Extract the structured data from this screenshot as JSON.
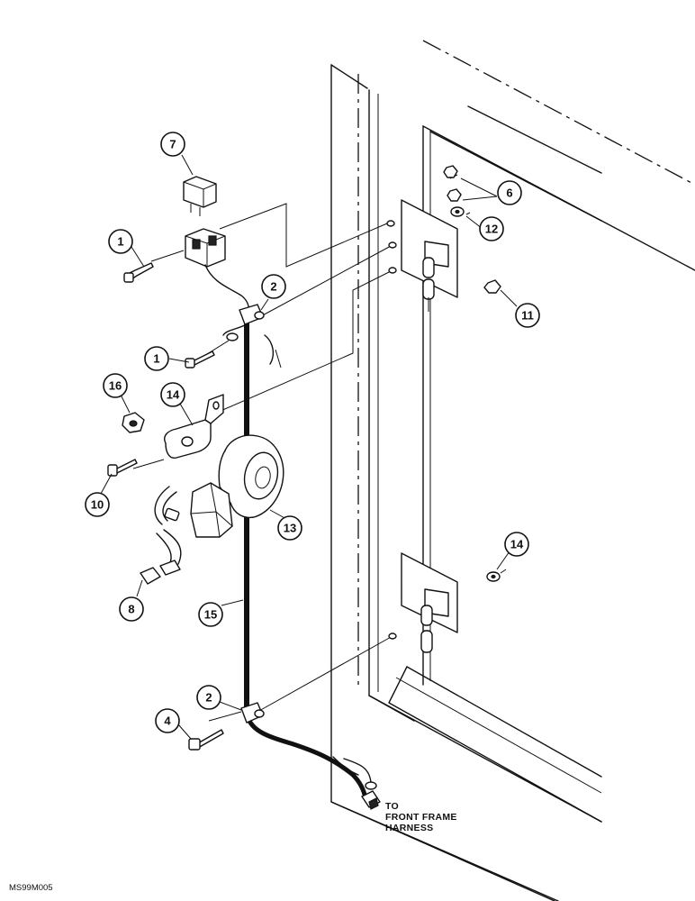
{
  "callouts": {
    "c7": "7",
    "c1a": "1",
    "c2a": "2",
    "c1b": "1",
    "c16": "16",
    "c14a": "14",
    "c10": "10",
    "c13": "13",
    "c8": "8",
    "c15": "15",
    "c2b": "2",
    "c4": "4",
    "c6": "6",
    "c12": "12",
    "c11": "11",
    "c14b": "14"
  },
  "note": {
    "line1": "TO",
    "line2": "FRONT FRAME",
    "line3": "HARNESS"
  },
  "figure_code": "MS99M005"
}
